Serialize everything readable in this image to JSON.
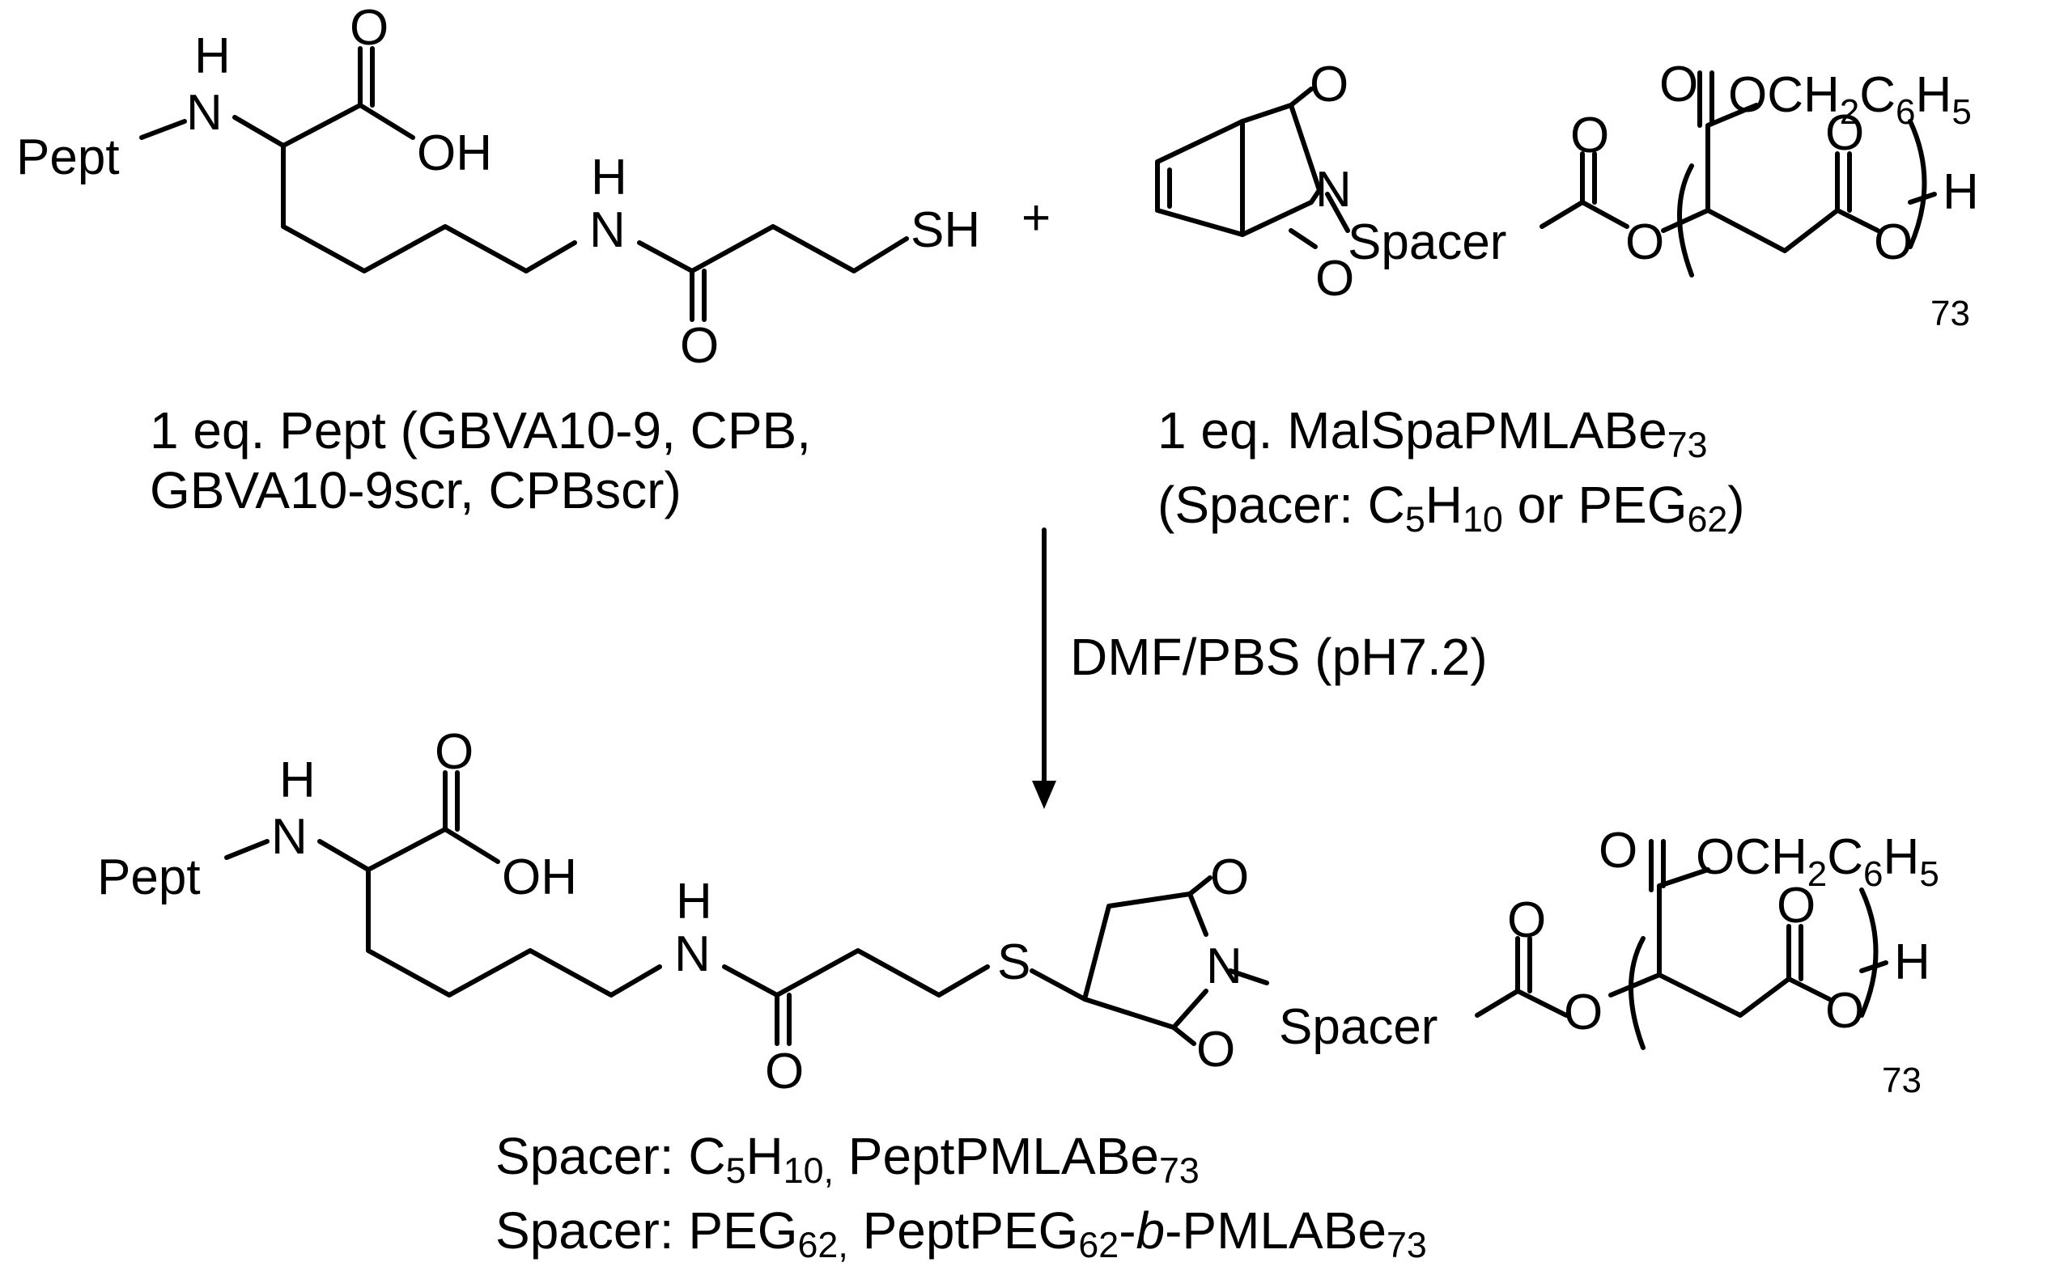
{
  "atoms": {
    "pept": "Pept",
    "h": "H",
    "n": "N",
    "o": "O",
    "oh": "OH",
    "sh": "SH",
    "s": "S",
    "spacer": "Spacer",
    "ester_o": "OCH",
    "ester_sub2": "2",
    "ester_c": "C",
    "ester_sub6": "6",
    "ester_h": "H",
    "ester_sub5": "5",
    "repeat": "73",
    "plus": "+"
  },
  "reactant1": {
    "line1": "1 eq. Pept (GBVA10-9, CPB,",
    "line2": "GBVA10-9scr, CPBscr)"
  },
  "reactant2": {
    "line1_main": "1 eq. MalSpaPMLABe",
    "line1_sub": "73",
    "line2_a": "(Spacer: C",
    "line2_sub1": "5",
    "line2_b": "H",
    "line2_sub2": "10",
    "line2_c": " or PEG",
    "line2_sub3": "62",
    "line2_d": ")"
  },
  "conditions": "DMF/PBS (pH7.2)",
  "product": {
    "line1_a": "Spacer: C",
    "line1_sub1": "5",
    "line1_b": "H",
    "line1_sub2": "10,",
    "line1_c": " PeptPMLABe",
    "line1_sub3": "73",
    "line2_a": "Spacer: PEG",
    "line2_sub1": "62,",
    "line2_b": " PeptPEG",
    "line2_sub2": "62",
    "line2_c": "-",
    "line2_ital": "b",
    "line2_d": "-PMLABe",
    "line2_sub3": "73"
  }
}
